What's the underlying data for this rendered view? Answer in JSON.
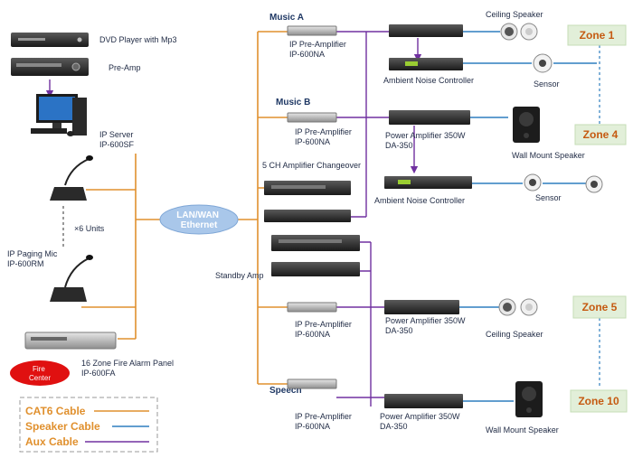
{
  "devices": {
    "dvd": "DVD Player with Mp3",
    "preamp": "Pre-Amp",
    "ip_server": [
      "IP Server",
      "IP-600SF"
    ],
    "units": "×6  Units",
    "paging_mic": [
      "IP Paging Mic",
      "IP-600RM"
    ],
    "fire_panel": [
      "16 Zone Fire Alarm Panel",
      "IP-600FA"
    ],
    "fire_center": [
      "Fire",
      "Center"
    ],
    "network": [
      "LAN/WAN",
      "Ethernet"
    ],
    "music_a": "Music A",
    "music_a_pre": [
      "IP Pre-Amplifier",
      "IP-600NA"
    ],
    "ceiling_speaker_a": "Ceiling Speaker",
    "anc_a": "Ambient Noise Controller",
    "sensor_a": "Sensor",
    "music_b": "Music B",
    "music_b_pre": [
      "IP Pre-Amplifier",
      "IP-600NA"
    ],
    "power_amp_b": [
      "Power Amplifier 350W",
      "DA-350"
    ],
    "wall_speaker_b": "Wall Mount Speaker",
    "changeover": "5 CH Amplifier Changeover",
    "anc_b": "Ambient Noise Controller",
    "sensor_b": "Sensor",
    "standby": "Standby Amp",
    "pre_c": [
      "IP Pre-Amplifier",
      "IP-600NA"
    ],
    "power_amp_c": [
      "Power Amplifier 350W",
      "DA-350"
    ],
    "ceiling_speaker_c": "Ceiling Speaker",
    "speech": "Speech",
    "speech_pre": [
      "IP Pre-Amplifier",
      "IP-600NA"
    ],
    "power_amp_d": [
      "Power Amplifier 350W",
      "DA-350"
    ],
    "wall_speaker_d": "Wall Mount Speaker"
  },
  "zones": [
    "Zone 1",
    "Zone 4",
    "Zone 5",
    "Zone 10"
  ],
  "legend": [
    {
      "label": "CAT6 Cable",
      "color": "#e0902e"
    },
    {
      "label": "Speaker Cable",
      "color": "#2f7fbf"
    },
    {
      "label": "Aux Cable",
      "color": "#7030a0"
    }
  ]
}
